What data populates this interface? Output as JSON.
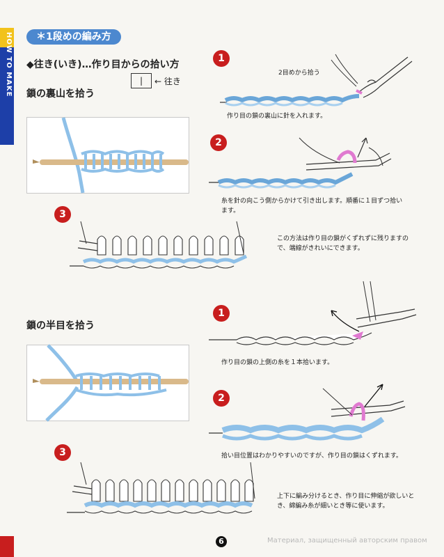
{
  "side_tab": {
    "label": "HOW TO MAKE"
  },
  "section": {
    "title": "＊1段めの編み方"
  },
  "subtitle": "◆往き(いき)…作り目からの拾い方",
  "symbol": {
    "box": "|",
    "label": "← 往き"
  },
  "method1": {
    "heading": "鎖の裏山を拾う",
    "steps": [
      {
        "num": "1",
        "note": "2目めから拾う",
        "caption": "作り目の鎖の裏山に針を入れます。"
      },
      {
        "num": "2",
        "caption": "糸を針の向こう側からかけて引き出します。順番に１目ずつ拾います。"
      },
      {
        "num": "3",
        "caption": "この方法は作り目の鎖がくずれずに残りますので、端線がきれいにできます。"
      }
    ]
  },
  "method2": {
    "heading": "鎖の半目を拾う",
    "steps": [
      {
        "num": "1",
        "caption": "作り目の鎖の上側の糸を１本拾います。"
      },
      {
        "num": "2",
        "caption": "拾い目位置はわかりやすいのですが、作り目の鎖はくずれます。"
      },
      {
        "num": "3",
        "caption": "上下に編み分けるとき、作り目に伸縮が欲しいとき、綿編み糸が細いとき等に使います。"
      }
    ]
  },
  "page_number": "6",
  "watermark": "Материал, защищенный авторским правом",
  "colors": {
    "accent_blue": "#4c88cf",
    "step_red": "#c81e1e",
    "yarn_blue": "#8ec0e8",
    "loop_pink": "#e07ad0",
    "side_blue": "#1d3fa8",
    "side_yellow": "#f2c21b"
  }
}
